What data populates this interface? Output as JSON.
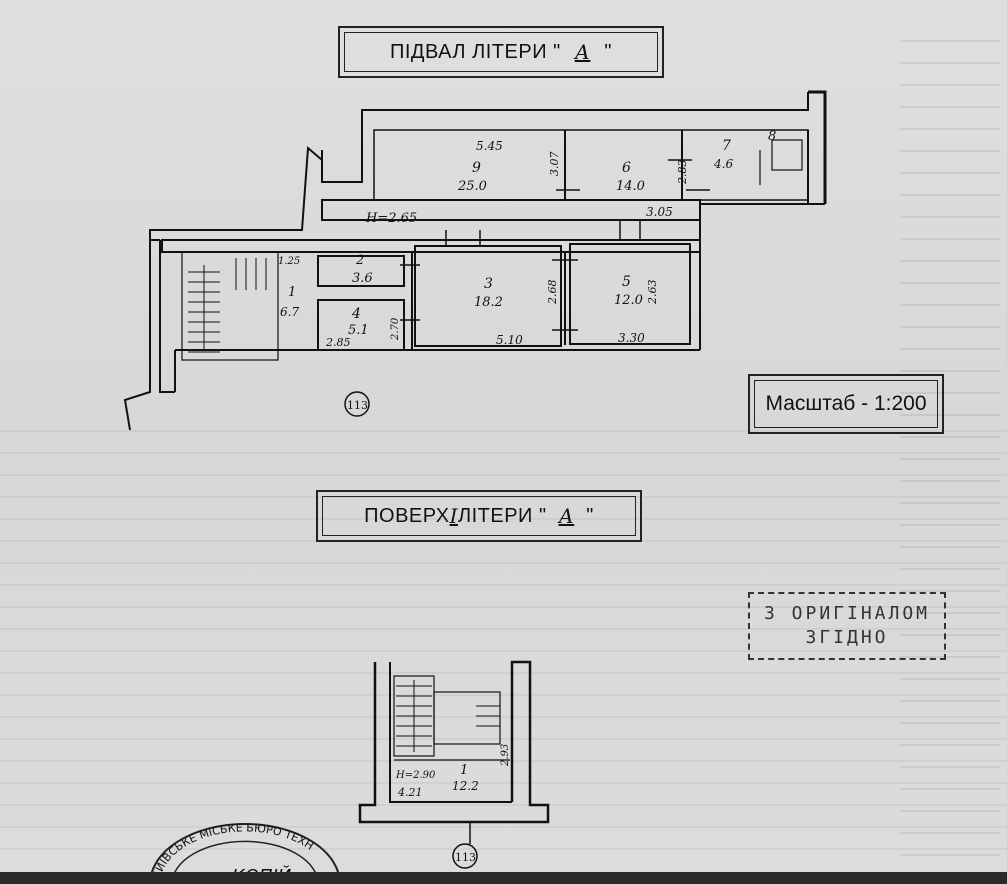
{
  "basement_title": {
    "prefix": "ПІДВАЛ ЛІТЕРИ \"",
    "letter": "А",
    "suffix": "\""
  },
  "floor1_title": {
    "prefix": "ПОВЕРХ ",
    "numeral": "І",
    "middle": " ЛІТЕРИ \"",
    "letter": "А",
    "suffix": "\""
  },
  "scale_label": "Масштаб - 1:200",
  "stamp": {
    "line1": "З ОРИГІНАЛОМ",
    "line2": "ЗГІДНО"
  },
  "seal_text": "КИЇВСЬКЕ МІСЬКЕ БЮРО ТЕХН",
  "seal_bottom_text": "КОПІЙ",
  "building_number_basement": "113",
  "building_number_floor1": "113",
  "basement_rooms": [
    {
      "number": "9",
      "area": "25.0"
    },
    {
      "number": "6",
      "area": "14.0"
    },
    {
      "number": "7",
      "area": "4.6"
    },
    {
      "number": "8",
      "area": ""
    },
    {
      "number": "2",
      "area": "3.6"
    },
    {
      "number": "3",
      "area": "18.2"
    },
    {
      "number": "5",
      "area": "12.0"
    },
    {
      "number": "4",
      "area": "5.1"
    },
    {
      "number": "1",
      "area": "6.7"
    }
  ],
  "basement_dims": {
    "d545": "5.45",
    "d307": "3.07",
    "d283": "2.83",
    "height": "H=2.65",
    "d305": "3.05",
    "d125": "1.25",
    "d263": "2.63",
    "d268": "2.68",
    "d270": "2.70",
    "d285": "2.85",
    "d510": "5.10",
    "d330": "3.30"
  },
  "floor1_rooms": [
    {
      "number": "1",
      "area": "12.2"
    }
  ],
  "floor1_dims": {
    "height": "H=2.90",
    "d421": "4.21",
    "d293": "2.93"
  }
}
